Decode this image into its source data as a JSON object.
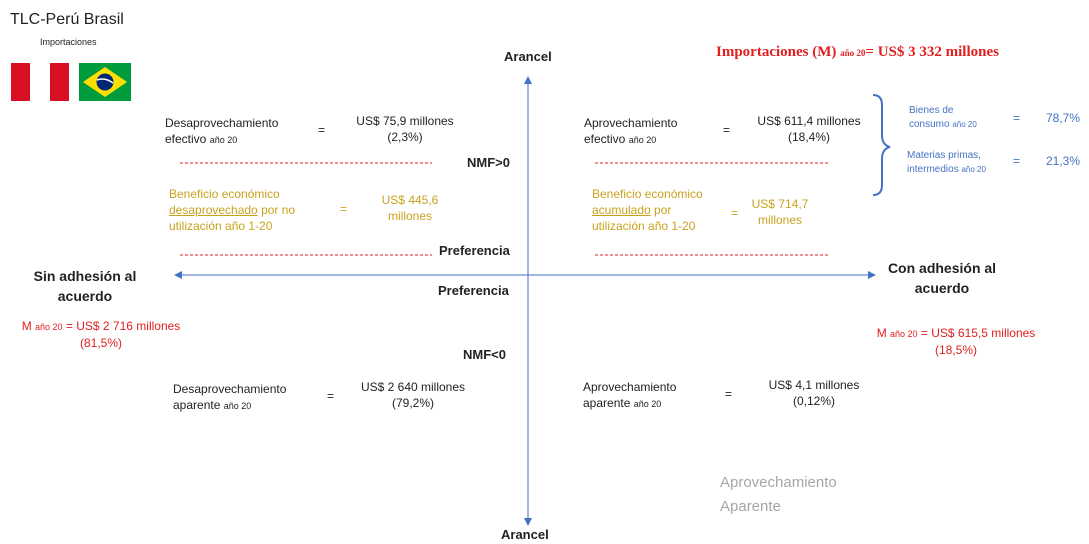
{
  "header": {
    "title": "TLC-Perú Brasil",
    "subtitle": "Importaciones",
    "flags": [
      {
        "name": "Perú",
        "colors": [
          "#d91023",
          "#ffffff",
          "#d91023"
        ]
      },
      {
        "name": "Brasil",
        "colors": [
          "#009c3b",
          "#ffdf00",
          "#002776"
        ]
      }
    ]
  },
  "total": {
    "prefix": "Importaciones (M)",
    "sub": "año 20",
    "value": "= US$ 3 332 millones"
  },
  "axes": {
    "top": "Arancel",
    "bottom": "Arancel",
    "nmf_pos": "NMF>0",
    "nmf_neg": "NMF<0",
    "pref_top": "Preferencia",
    "pref_bottom": "Preferencia",
    "left_l1": "Sin adhesión al",
    "left_l2": "acuerdo",
    "right_l1": "Con adhesión al",
    "right_l2": "acuerdo"
  },
  "left_total": {
    "prefix": "M",
    "sub": "año 20",
    "value": "= US$ 2 716 millones",
    "pct": "(81,5%)"
  },
  "right_total": {
    "prefix": "M",
    "sub": "año 20",
    "value": "= US$ 615,5 millones",
    "pct": "(18,5%)"
  },
  "q_top_left": {
    "label_l1": "Desaprovechamiento",
    "label_l2": "efectivo",
    "sub": "año 20",
    "eq": "=",
    "value": "US$ 75,9 millones",
    "pct": "(2,3%)"
  },
  "q_top_right": {
    "label_l1": "Aprovechamiento",
    "label_l2": "efectivo",
    "sub": "año 20",
    "eq": "=",
    "value": "US$ 611,4 millones",
    "pct": "(18,4%)"
  },
  "q_bottom_left": {
    "label_l1": "Desaprovechamiento",
    "label_l2": "aparente",
    "sub": "año 20",
    "eq": "=",
    "value": "US$ 2 640 millones",
    "pct": "(79,2%)"
  },
  "q_bottom_right": {
    "label_l1": "Aprovechamiento",
    "label_l2": "aparente",
    "sub": "año 20",
    "eq": "=",
    "value": "US$ 4,1 millones",
    "pct": "(0,12%)"
  },
  "benefit_left": {
    "l1": "Beneficio económico",
    "l2_u": "desaprovechado",
    "l2_rest": " por no",
    "l3": "utilización año 1-20",
    "eq": "=",
    "v1": "US$ 445,6",
    "v2": "millones"
  },
  "benefit_right": {
    "l1": "Beneficio económico",
    "l2_u": "acumulado",
    "l2_rest": " por",
    "l3": "utilización año 1-20",
    "eq": "=",
    "v1": "US$ 714,7",
    "v2": "millones"
  },
  "breakdown": [
    {
      "l1": "Bienes de",
      "l2": "consumo",
      "sub": "año 20",
      "eq": "=",
      "value": "78,7%"
    },
    {
      "l1": "Materias primas,",
      "l2": "intermedios",
      "sub": "año 20",
      "eq": "=",
      "value": "21,3%"
    }
  ],
  "watermark": {
    "l1": "Aprovechamiento",
    "l2": "Aparente"
  },
  "colors": {
    "axis": "#4472c4",
    "dash": "#e02020",
    "gold": "#c8a21e",
    "red": "#e02020",
    "blue": "#4472c4"
  }
}
